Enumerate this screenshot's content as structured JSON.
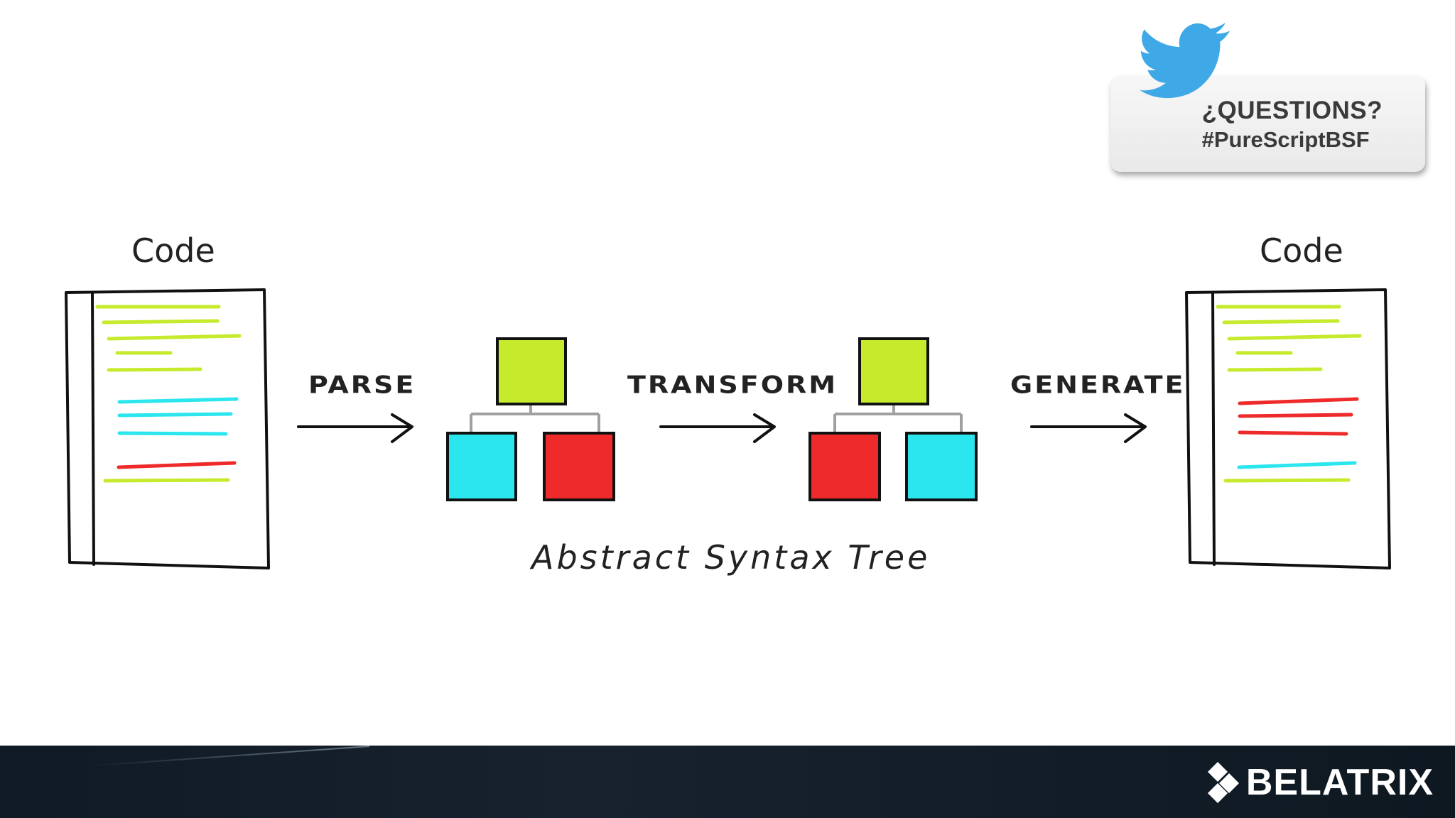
{
  "callout": {
    "line1": "¿QUESTIONS?",
    "line2": "#PureScriptBSF"
  },
  "diagram": {
    "left_doc_title": "Code",
    "right_doc_title": "Code",
    "steps": [
      "PARSE",
      "TRANSFORM",
      "GENERATE"
    ],
    "ast_label": "Abstract Syntax Tree",
    "colors": {
      "green": "#c6ea2c",
      "cyan": "#2be6ef",
      "red": "#ee2a2a",
      "ink": "#111111",
      "connector": "#a0a0a0"
    }
  },
  "footer": {
    "logo_text": "BELATRIX"
  },
  "icons": [
    "twitter-bird-icon",
    "belatrix-logo-mark-icon"
  ]
}
